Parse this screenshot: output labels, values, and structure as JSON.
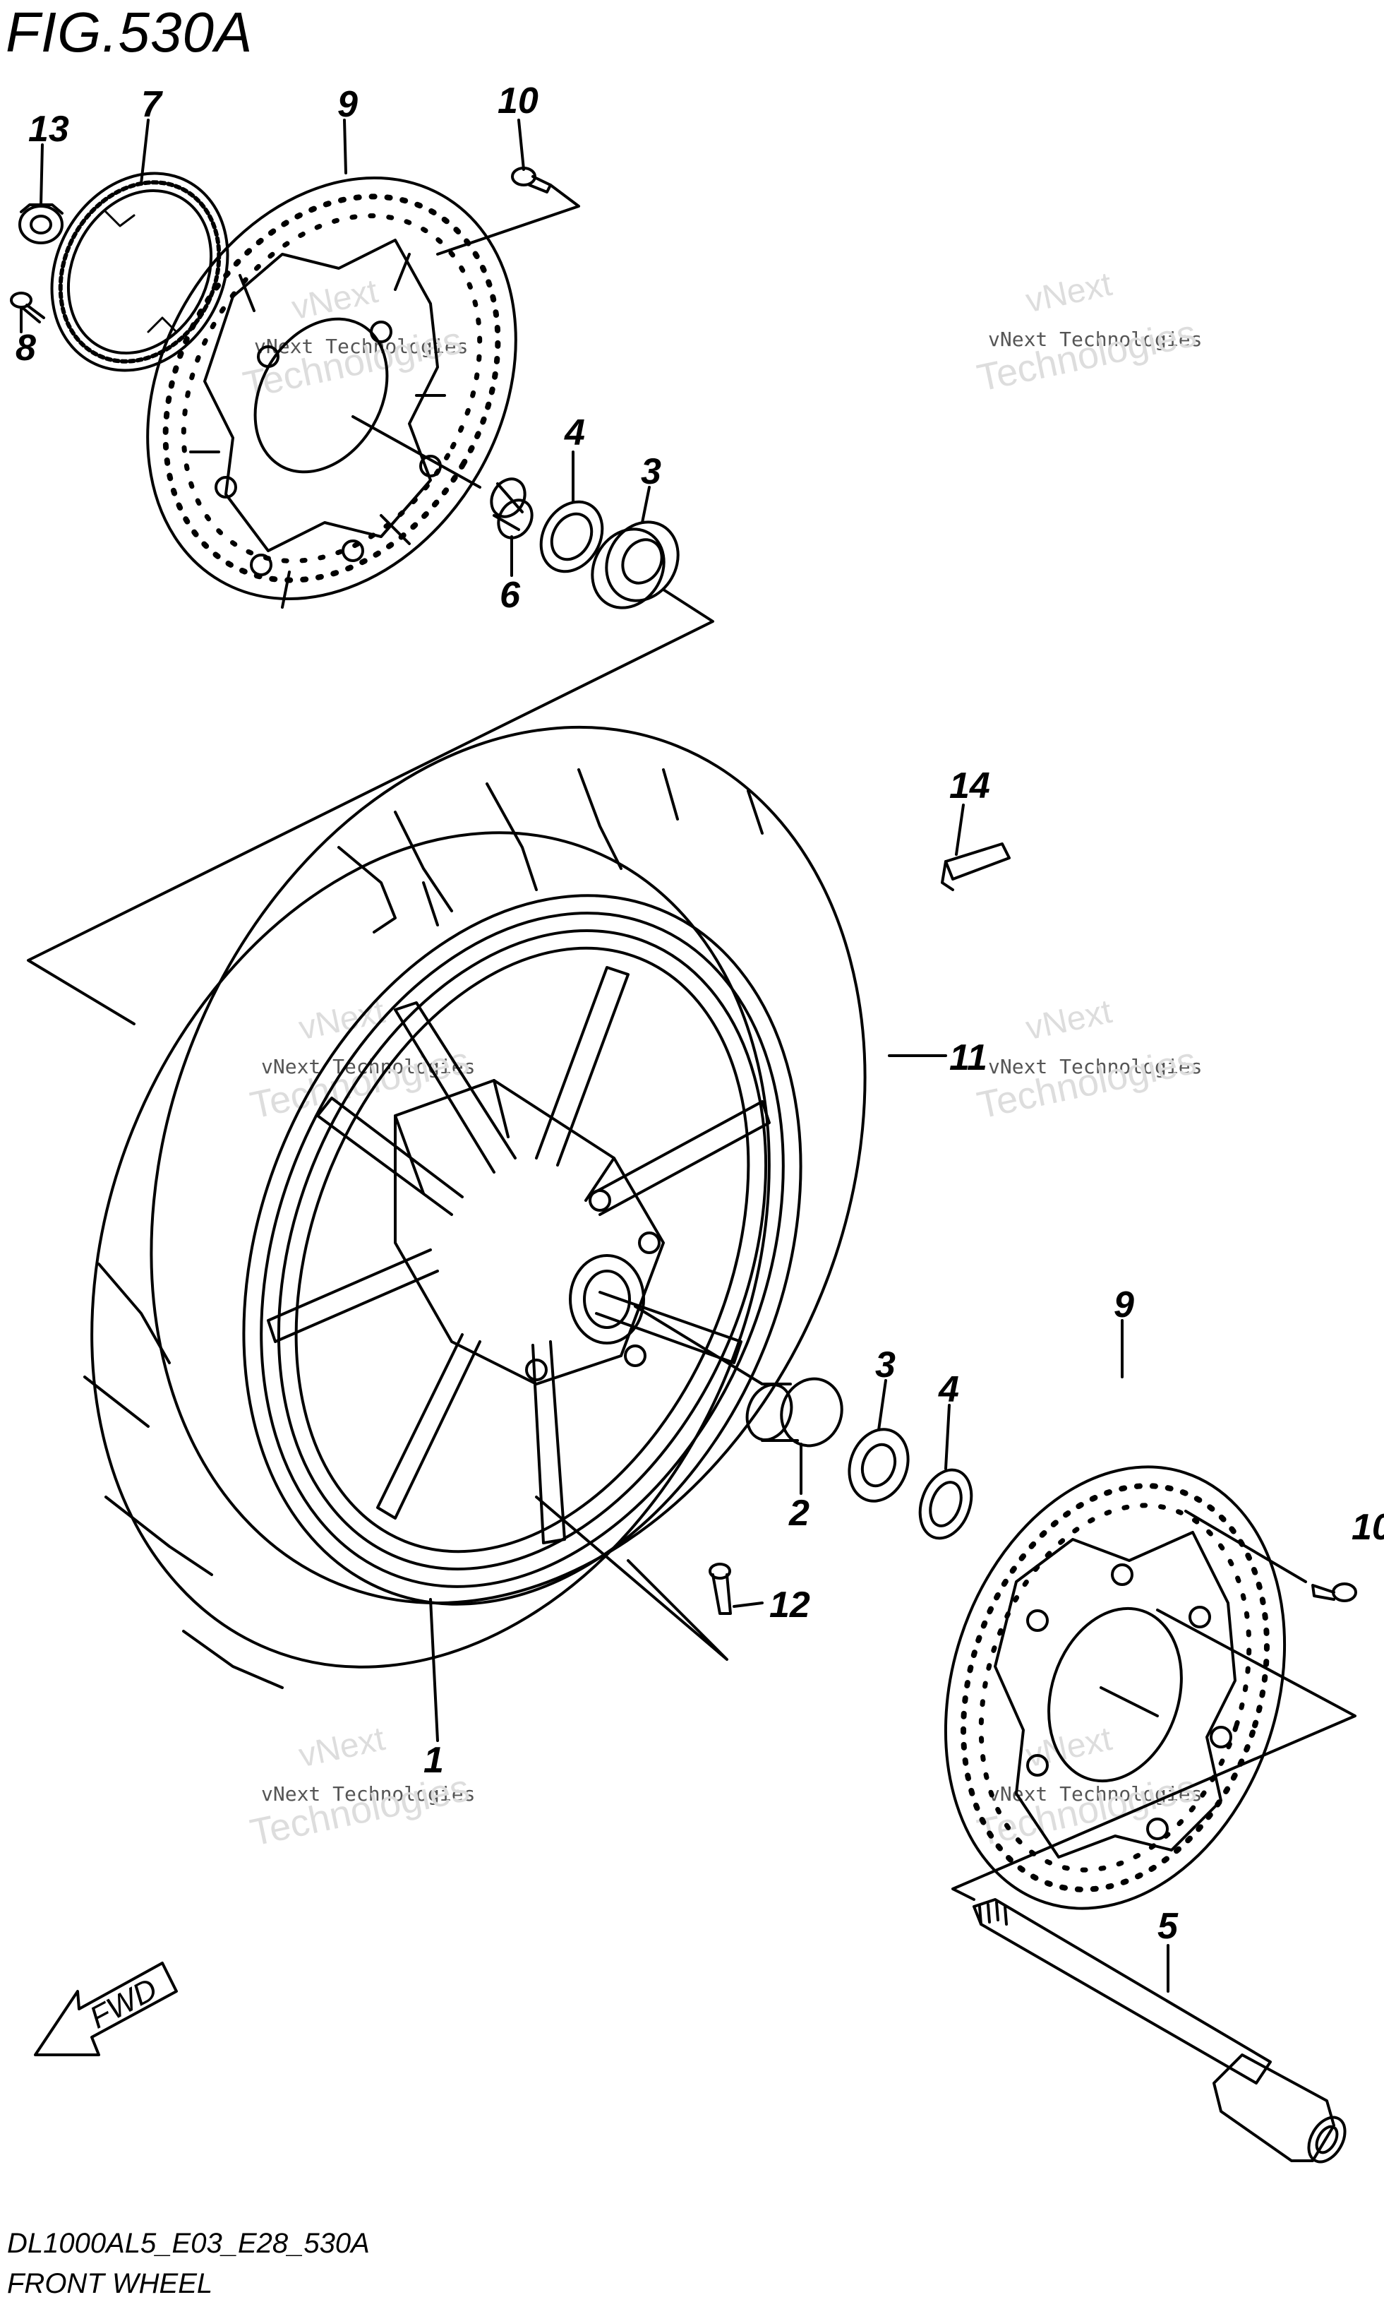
{
  "figure": {
    "title": "FIG.530A",
    "code": "DL1000AL5_E03_E28_530A",
    "name": "FRONT WHEEL"
  },
  "colors": {
    "line": "#000000",
    "watermark": "#c8c8c8",
    "background": "#ffffff"
  },
  "fwd_label": "FWD",
  "watermark": {
    "line1": "vNext Technologies",
    "line2": "vNext",
    "line3": "Technologies"
  },
  "callouts": [
    {
      "id": "c13",
      "label": "13"
    },
    {
      "id": "c7",
      "label": "7"
    },
    {
      "id": "c9a",
      "label": "9"
    },
    {
      "id": "c10a",
      "label": "10"
    },
    {
      "id": "c8",
      "label": "8"
    },
    {
      "id": "c4a",
      "label": "4"
    },
    {
      "id": "c3a",
      "label": "3"
    },
    {
      "id": "c6",
      "label": "6"
    },
    {
      "id": "c14",
      "label": "14"
    },
    {
      "id": "c11",
      "label": "11"
    },
    {
      "id": "c9b",
      "label": "9"
    },
    {
      "id": "c3b",
      "label": "3"
    },
    {
      "id": "c4b",
      "label": "4"
    },
    {
      "id": "c10b",
      "label": "10"
    },
    {
      "id": "c2",
      "label": "2"
    },
    {
      "id": "c12",
      "label": "12"
    },
    {
      "id": "c1",
      "label": "1"
    },
    {
      "id": "c5",
      "label": "5"
    }
  ]
}
